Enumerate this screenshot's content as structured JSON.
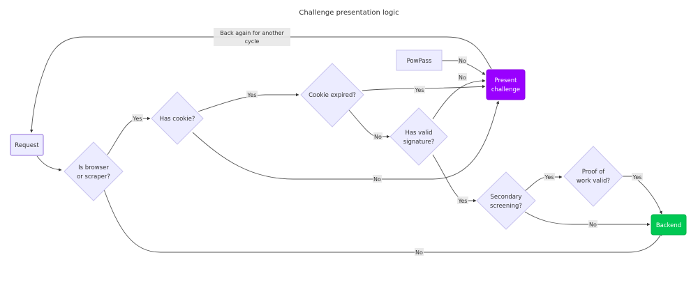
{
  "title": "Challenge presentation logic",
  "colors": {
    "node_fill": "#ececff",
    "node_stroke": "#9370db",
    "present_challenge_fill": "#9900ff",
    "backend_fill": "#00c853",
    "edge": "#555555",
    "edge_label_bg": "#e8e8e8"
  },
  "nodes": {
    "request": {
      "label": [
        "Request"
      ],
      "shape": "rect"
    },
    "browser_or_scraper": {
      "label": [
        "Is browser",
        "or scraper?"
      ],
      "shape": "diamond"
    },
    "has_cookie": {
      "label": [
        "Has cookie?"
      ],
      "shape": "diamond"
    },
    "cookie_expired": {
      "label": [
        "Cookie expired?"
      ],
      "shape": "diamond"
    },
    "has_valid_signature": {
      "label": [
        "Has valid",
        "signature?"
      ],
      "shape": "diamond"
    },
    "powpass": {
      "label": [
        "PowPass"
      ],
      "shape": "rect"
    },
    "present_challenge": {
      "label": [
        "Present",
        "challenge"
      ],
      "shape": "rect"
    },
    "secondary_screening": {
      "label": [
        "Secondary",
        "screening?"
      ],
      "shape": "diamond"
    },
    "proof_of_work_valid": {
      "label": [
        "Proof of",
        "work valid?"
      ],
      "shape": "diamond"
    },
    "backend": {
      "label": [
        "Backend"
      ],
      "shape": "rect"
    }
  },
  "edges": [
    {
      "from": "request",
      "to": "browser_or_scraper",
      "label": ""
    },
    {
      "from": "browser_or_scraper",
      "to": "has_cookie",
      "label": "Yes"
    },
    {
      "from": "browser_or_scraper",
      "to": "backend",
      "label": "No"
    },
    {
      "from": "has_cookie",
      "to": "cookie_expired",
      "label": "Yes"
    },
    {
      "from": "has_cookie",
      "to": "present_challenge",
      "label": "No"
    },
    {
      "from": "cookie_expired",
      "to": "present_challenge",
      "label": "Yes"
    },
    {
      "from": "cookie_expired",
      "to": "has_valid_signature",
      "label": "No"
    },
    {
      "from": "has_valid_signature",
      "to": "present_challenge",
      "label": "No"
    },
    {
      "from": "has_valid_signature",
      "to": "secondary_screening",
      "label": "Yes"
    },
    {
      "from": "powpass",
      "to": "present_challenge",
      "label": "No"
    },
    {
      "from": "present_challenge",
      "to": "request",
      "label": "Back again for another cycle"
    },
    {
      "from": "secondary_screening",
      "to": "proof_of_work_valid",
      "label": "Yes"
    },
    {
      "from": "secondary_screening",
      "to": "backend",
      "label": "No"
    },
    {
      "from": "proof_of_work_valid",
      "to": "backend",
      "label": "Yes"
    }
  ],
  "edge_labels": {
    "back_again_line1": "Back again for another",
    "back_again_line2": "cycle",
    "yes": "Yes",
    "no": "No"
  }
}
